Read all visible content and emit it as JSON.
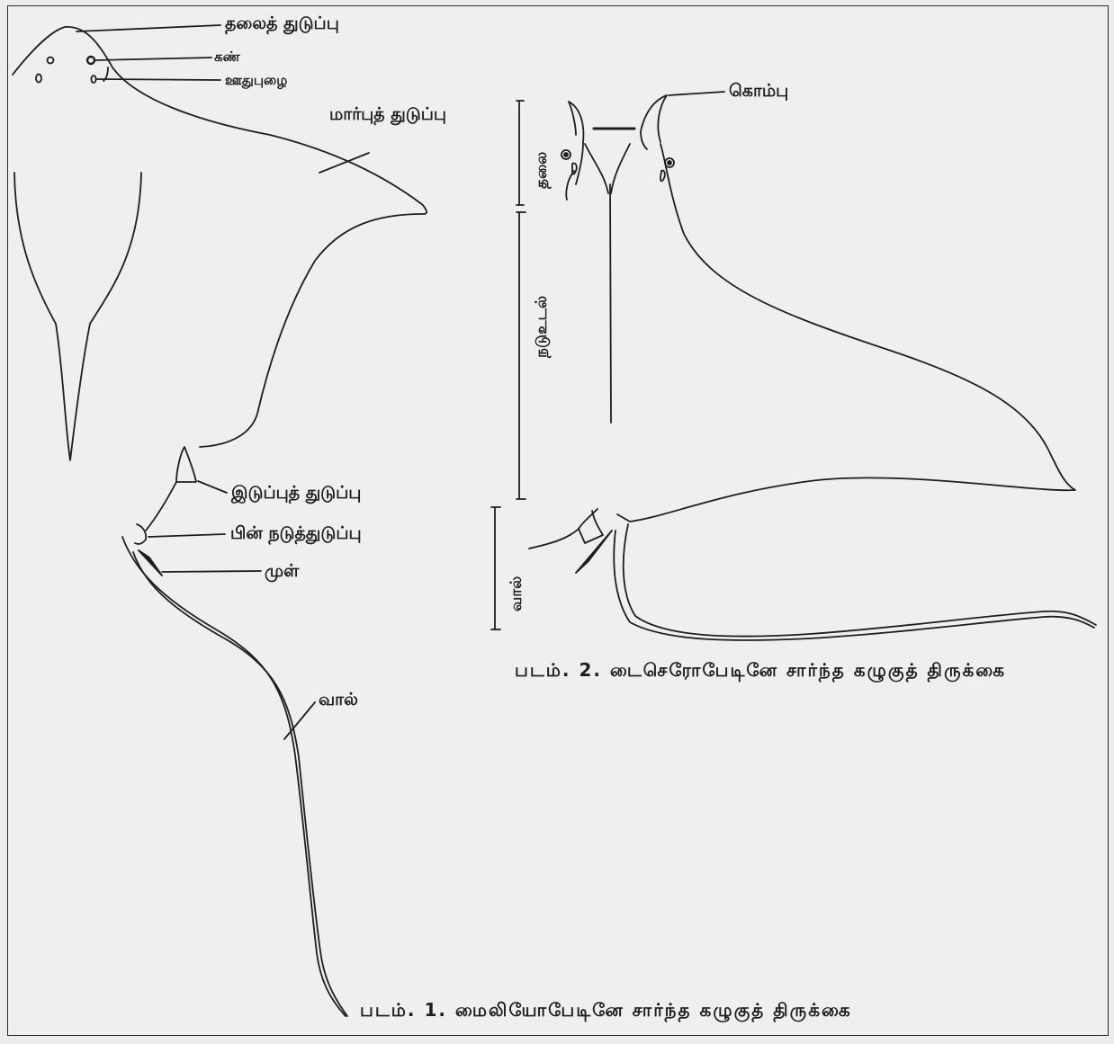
{
  "figure1": {
    "labels": {
      "head_fin": "தலைத் துடுப்பு",
      "eye": "கண்",
      "spiracle": "ஊதுபுழை",
      "pectoral_fin": "மார்புத் துடுப்பு",
      "pelvic_fin": "இடுப்புத் துடுப்பு",
      "dorsal_fin": "பின் நடுத்துடுப்பு",
      "spine": "முள்",
      "tail": "வால்"
    },
    "caption": "படம். 1. மைலியோபேடினே சார்ந்த கழுகுத் திருக்கை"
  },
  "figure2": {
    "labels": {
      "horn": "கொம்பு",
      "head": "தலை",
      "trunk": "நடுஉடல்",
      "tail": "வால்"
    },
    "caption": "படம். 2. டைசெரோபேடினே சார்ந்த கழுகுத் திருக்கை"
  },
  "colors": {
    "ink": "#1e1e1e",
    "paper": "#efefed"
  }
}
